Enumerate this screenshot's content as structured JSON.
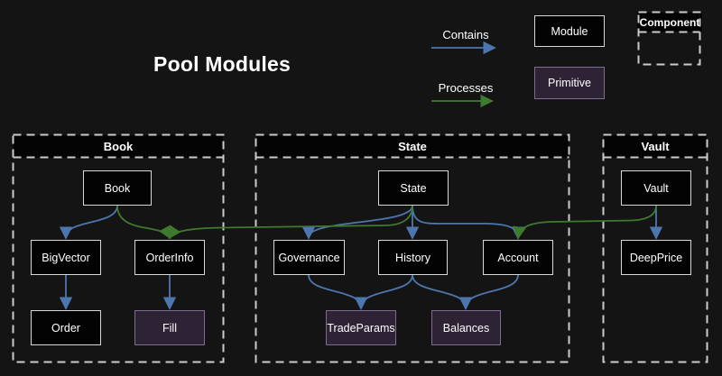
{
  "title": "Pool Modules",
  "legend": {
    "contains": "Contains",
    "processes": "Processes",
    "module": "Module",
    "primitive": "Primitive",
    "component": "Component"
  },
  "colors": {
    "background": "#141414",
    "contains_edge": "#4e76ae",
    "processes_edge": "#3e7a2e",
    "module_fill": "#030303",
    "module_border": "#d8d8d8",
    "primitive_fill": "#2d2334",
    "primitive_border": "#7e6c90",
    "container_border": "#cbcbcb",
    "text": "#ffffff"
  },
  "graph": {
    "groups": [
      {
        "label": "Book",
        "nodes": [
          {
            "label": "Book",
            "type": "module"
          },
          {
            "label": "BigVector",
            "type": "module"
          },
          {
            "label": "OrderInfo",
            "type": "module"
          },
          {
            "label": "Order",
            "type": "module"
          },
          {
            "label": "Fill",
            "type": "primitive"
          }
        ]
      },
      {
        "label": "State",
        "nodes": [
          {
            "label": "State",
            "type": "module"
          },
          {
            "label": "Governance",
            "type": "module"
          },
          {
            "label": "History",
            "type": "module"
          },
          {
            "label": "Account",
            "type": "module"
          },
          {
            "label": "TradeParams",
            "type": "primitive"
          },
          {
            "label": "Balances",
            "type": "primitive"
          }
        ]
      },
      {
        "label": "Vault",
        "nodes": [
          {
            "label": "Vault",
            "type": "module"
          },
          {
            "label": "DeepPrice",
            "type": "module"
          }
        ]
      }
    ],
    "edges": [
      {
        "from": "Book",
        "to": "BigVector",
        "type": "contains"
      },
      {
        "from": "BigVector",
        "to": "Order",
        "type": "contains"
      },
      {
        "from": "OrderInfo",
        "to": "Fill",
        "type": "contains"
      },
      {
        "from": "State",
        "to": "Governance",
        "type": "contains"
      },
      {
        "from": "State",
        "to": "History",
        "type": "contains"
      },
      {
        "from": "State",
        "to": "Account",
        "type": "contains"
      },
      {
        "from": "Governance",
        "to": "TradeParams",
        "type": "contains"
      },
      {
        "from": "History",
        "to": "TradeParams",
        "type": "contains"
      },
      {
        "from": "History",
        "to": "Balances",
        "type": "contains"
      },
      {
        "from": "Account",
        "to": "Balances",
        "type": "contains"
      },
      {
        "from": "Vault",
        "to": "DeepPrice",
        "type": "contains"
      },
      {
        "from": "Book",
        "to": "OrderInfo",
        "type": "processes"
      },
      {
        "from": "State",
        "to": "OrderInfo",
        "type": "processes"
      },
      {
        "from": "Vault",
        "to": "Account",
        "type": "processes"
      }
    ]
  }
}
